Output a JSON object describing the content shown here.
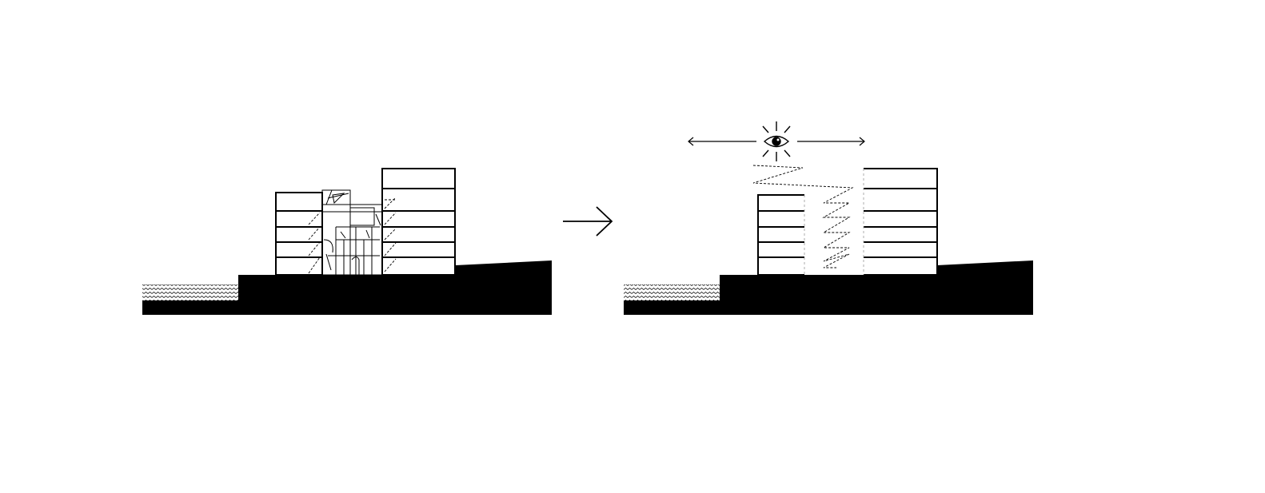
{
  "diagram": {
    "description_labels": [],
    "colors": {
      "ink": "#000000",
      "paper": "#ffffff",
      "dash": "#555555"
    },
    "panels": [
      {
        "id": "before",
        "state": "original"
      },
      {
        "id": "after",
        "state": "proposed"
      }
    ],
    "icons": {
      "transition": "arrow-right-icon",
      "view": "eye-icon",
      "view_span": "double-arrow-horizontal-icon"
    }
  }
}
